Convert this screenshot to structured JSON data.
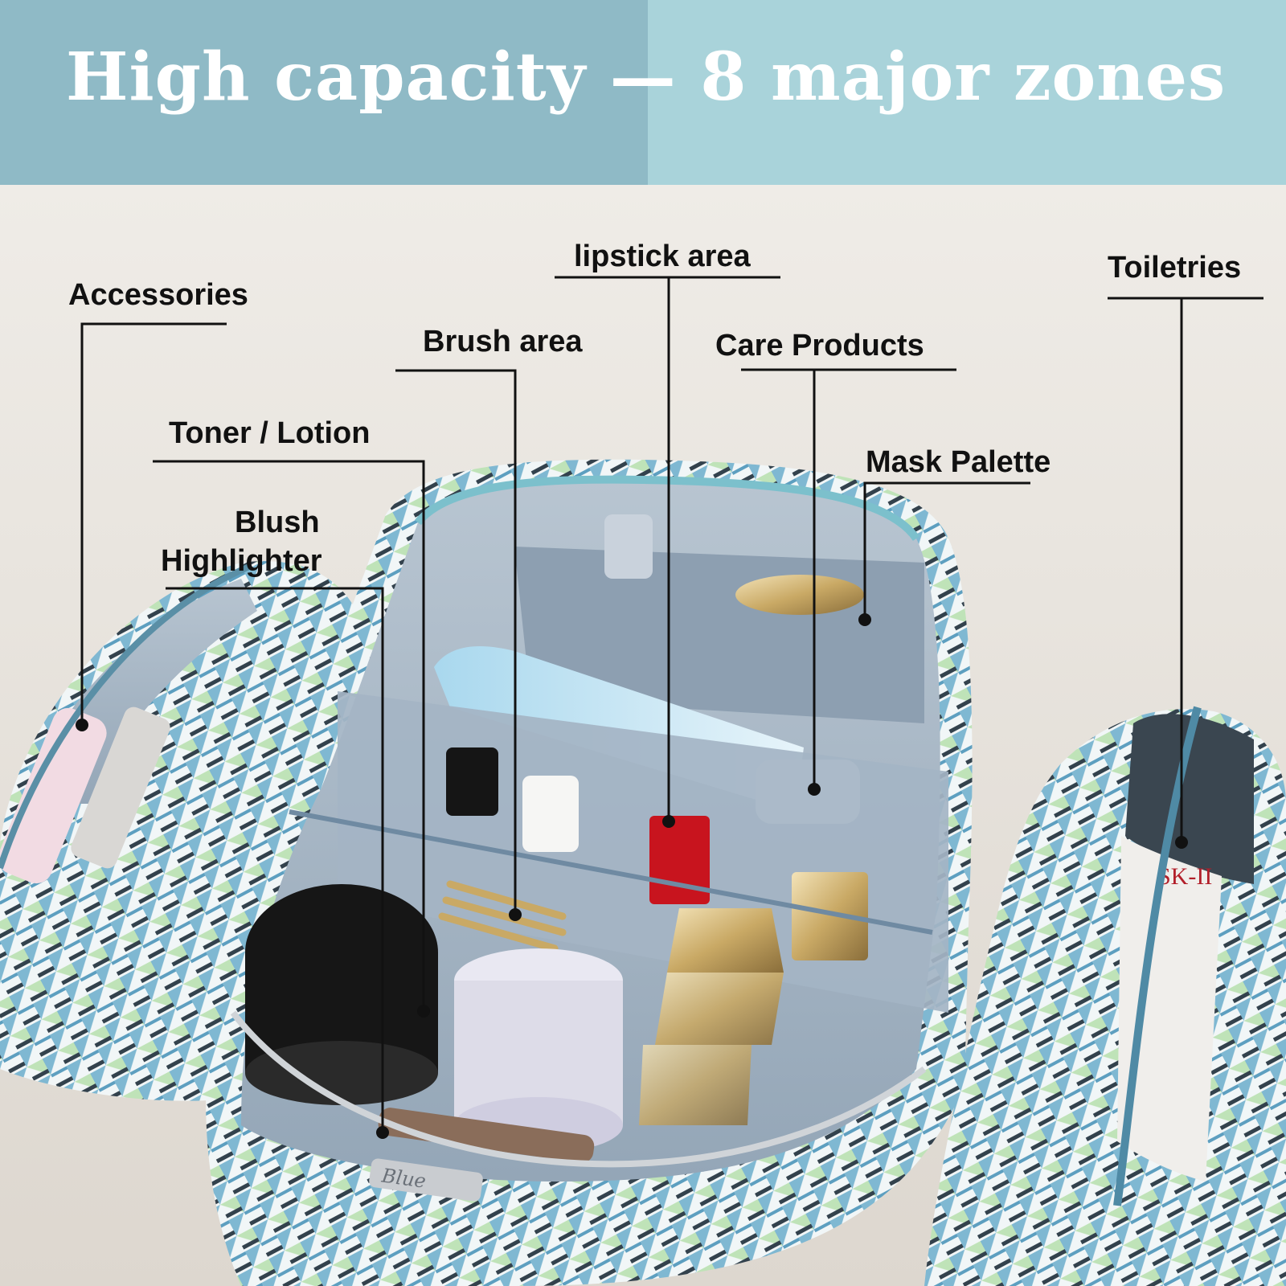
{
  "banner": {
    "title": "High capacity — 8 major zones",
    "colors": {
      "left": "#8fbac6",
      "right": "#a9d3da",
      "text": "#ffffff"
    }
  },
  "callouts": {
    "accessories": "Accessories",
    "toner_lotion": "Toner / Lotion",
    "blush_line1": "Blush",
    "blush_line2": "Highlighter",
    "brush_area": "Brush area",
    "lipstick_area": "lipstick area",
    "care_products": "Care Products",
    "mask_palette": "Mask Palette",
    "toiletries": "Toiletries"
  },
  "photo": {
    "subject": "three-piece blue geometric-pattern cosmetic bag set",
    "product_text": {
      "brand_plate": "Blue",
      "tube_brand": "SK-II"
    }
  },
  "colors": {
    "fabric_blue": "#7fb9d0",
    "lining_gray": "#a9b8c6",
    "gold": "#d8c08a",
    "leader_line": "#111111"
  }
}
